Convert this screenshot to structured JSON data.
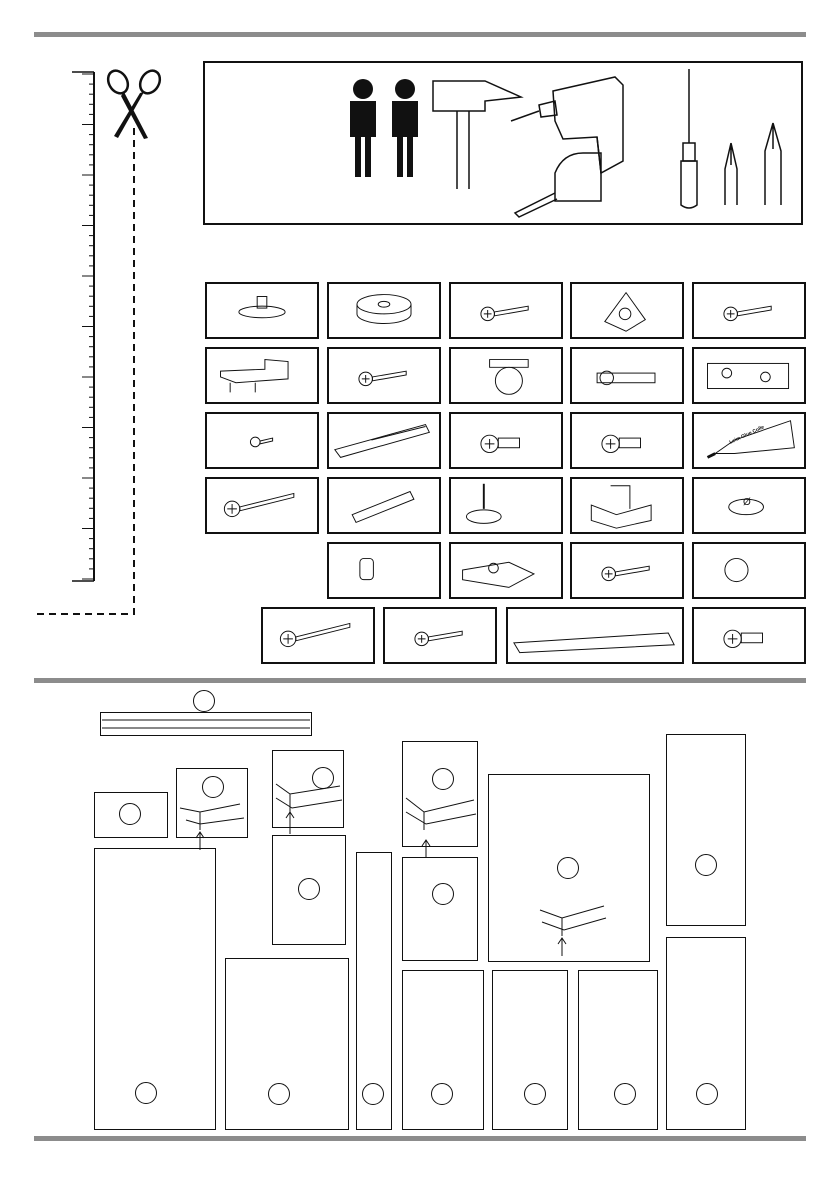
{
  "header_bars": [
    "top",
    "middle",
    "bottom"
  ],
  "measure": {
    "ruler_icon": "ruler-icon",
    "scissors_icon": "scissors-icon",
    "cut_line": "dashed-cut-line"
  },
  "tools": [
    {
      "name": "two-persons-icon"
    },
    {
      "name": "hammer-icon"
    },
    {
      "name": "drill-icon"
    },
    {
      "name": "tape-measure-icon"
    },
    {
      "name": "phillips-screwdriver-icon"
    },
    {
      "name": "bit-tip-icon"
    }
  ],
  "hardware_rows": [
    [
      "glide-foot-icon",
      "felt-pad-icon",
      "screw-icon",
      "corner-bracket-icon",
      "screw-icon"
    ],
    [
      "hanging-bracket-icon",
      "screw-icon",
      "cam-lock-icon",
      "dowel-connector-icon",
      "hinge-plate-icon"
    ],
    [
      "small-screw-icon",
      "drawer-runner-icon",
      "euro-screw-icon",
      "euro-screw-icon",
      "glue-tube-icon"
    ],
    [
      "long-screw-icon",
      "wooden-dowel-icon",
      "nail-foot-icon",
      "angle-bracket-icon",
      "cover-cap-icon"
    ],
    [
      "shelf-pin-icon",
      "cabinet-hinge-icon",
      "screw-icon",
      "knob-icon"
    ],
    [
      "long-screw-icon",
      "screw-icon",
      "handle-bar-icon",
      "euro-screw-icon"
    ]
  ],
  "glue_label": "Leim Glue Colle",
  "cover_cap_text": "Ø",
  "parts": [
    "top-rail",
    "small-panel-a",
    "detail-joint-1",
    "tall-side-panel",
    "detail-joint-2",
    "door-panel",
    "back-panel",
    "narrow-strip",
    "detail-joint-3",
    "shelf-panel",
    "large-panel",
    "drawer-side-1",
    "drawer-side-2",
    "drawer-side-3",
    "upper-side-panel",
    "lower-side-panel"
  ]
}
